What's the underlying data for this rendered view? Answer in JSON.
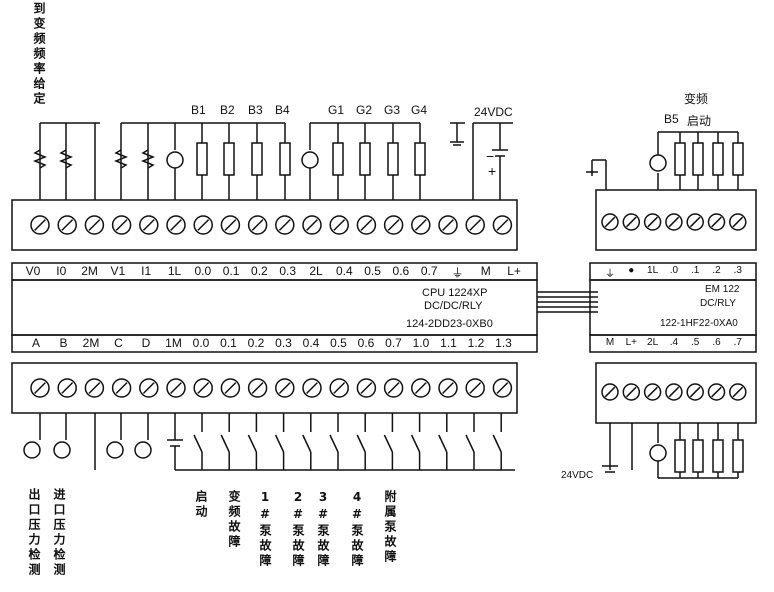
{
  "left_top_vertical": "到变频频率给定",
  "top_labels": {
    "b1": "B1",
    "b2": "B2",
    "b3": "B3",
    "b4": "B4",
    "g1": "G1",
    "g2": "G2",
    "g3": "G3",
    "g4": "G4",
    "v24": "24VDC"
  },
  "cpu_top_terminals": [
    "V0",
    "I0",
    "2M",
    "V1",
    "I1",
    "1L",
    "0.0",
    "0.1",
    "0.2",
    "0.3",
    "2L",
    "0.4",
    "0.5",
    "0.6",
    "0.7",
    "⏚",
    "M",
    "L+"
  ],
  "cpu_model": [
    "CPU 1224XP",
    "DC/DC/RLY",
    "124-2DD23-0XB0"
  ],
  "cpu_bottom_terminals": [
    "A",
    "B",
    "2M",
    "C",
    "D",
    "1M",
    "0.0",
    "0.1",
    "0.2",
    "0.3",
    "0.4",
    "0.5",
    "0.6",
    "0.7",
    "1.0",
    "1.1",
    "1.2",
    "1.3"
  ],
  "bottom_vertical_labels": {
    "out_pressure": "出口压力检测",
    "in_pressure": "进口压力检测",
    "start": "启动",
    "vfd_fault": "变频故障",
    "pump1": "1#泵故障",
    "pump2": "2#泵故障",
    "pump3": "3#泵故障",
    "pump4": "4#泵故障",
    "aux": "附属泵故障"
  },
  "em": {
    "top_label_vfd": "变频",
    "top_label_b5": "B5",
    "top_label_start": "启动",
    "top_terminals": [
      "⏚",
      "●",
      "1L",
      ".0",
      ".1",
      ".2",
      ".3"
    ],
    "model": [
      "EM 122",
      "DC/RLY",
      "122-1HF22-0XA0"
    ],
    "bottom_terminals": [
      "M",
      "L+",
      "2L",
      ".4",
      ".5",
      ".6",
      ".7"
    ],
    "v24": "24VDC"
  }
}
